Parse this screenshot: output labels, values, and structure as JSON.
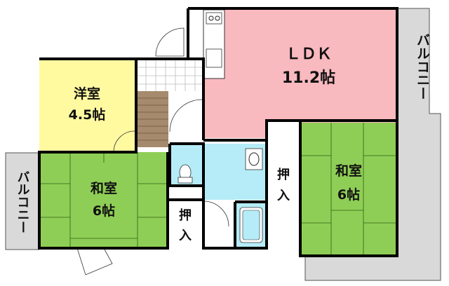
{
  "rooms": {
    "ldk": {
      "name": "ＬＤＫ",
      "size": "11.2帖"
    },
    "western": {
      "name": "洋室",
      "size": "4.5帖"
    },
    "japanese_left": {
      "name": "和室",
      "size": "6帖"
    },
    "japanese_right": {
      "name": "和室",
      "size": "6帖"
    },
    "closet_center": {
      "name_line1": "押",
      "name_line2": "入"
    },
    "closet_lower": {
      "name_line1": "押",
      "name_line2": "入"
    }
  },
  "balcony_right": {
    "label": "バルコニー"
  },
  "balcony_left": {
    "label": "バルコニー"
  },
  "colors": {
    "ldk": "#f8b9bf",
    "western": "#fff9a0",
    "tatami": "#8fce56",
    "wet_area": "#b5ecf8",
    "balcony": "#d9d9d9",
    "stairs": "#a68a6d",
    "tile": "#ffffff",
    "tatami_line": "#2f5e14"
  }
}
